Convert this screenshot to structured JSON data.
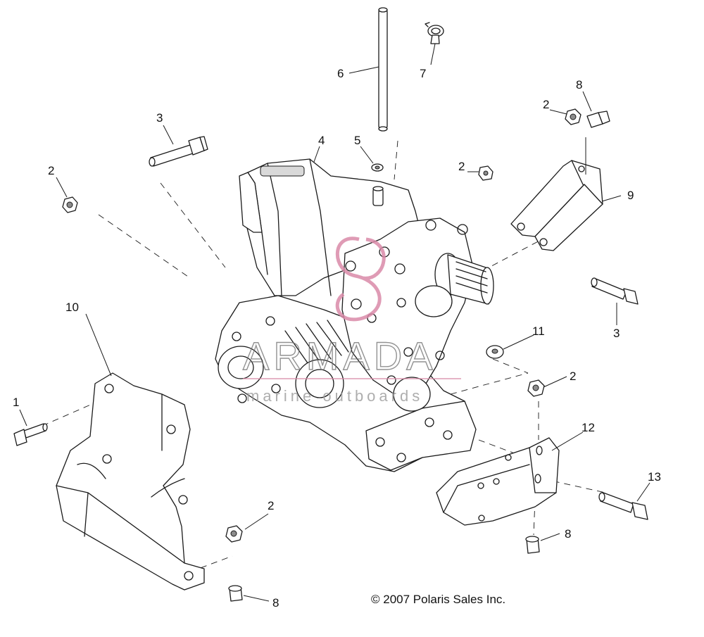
{
  "callouts": {
    "c1": "1",
    "c2a": "2",
    "c2b": "2",
    "c2c": "2",
    "c2d": "2",
    "c2e": "2",
    "c3a": "3",
    "c3b": "3",
    "c4": "4",
    "c5": "5",
    "c6": "6",
    "c7": "7",
    "c8a": "8",
    "c8b": "8",
    "c8c": "8",
    "c9": "9",
    "c10": "10",
    "c11": "11",
    "c12": "12",
    "c13": "13"
  },
  "copyright": "© 2007 Polaris Sales Inc.",
  "watermark": {
    "brand": "ARMADA",
    "tagline": "marine outboards"
  },
  "colors": {
    "line": "#1a1a1a",
    "watermark_logo": "#d98aa8",
    "watermark_text": "#6e6e6e"
  }
}
